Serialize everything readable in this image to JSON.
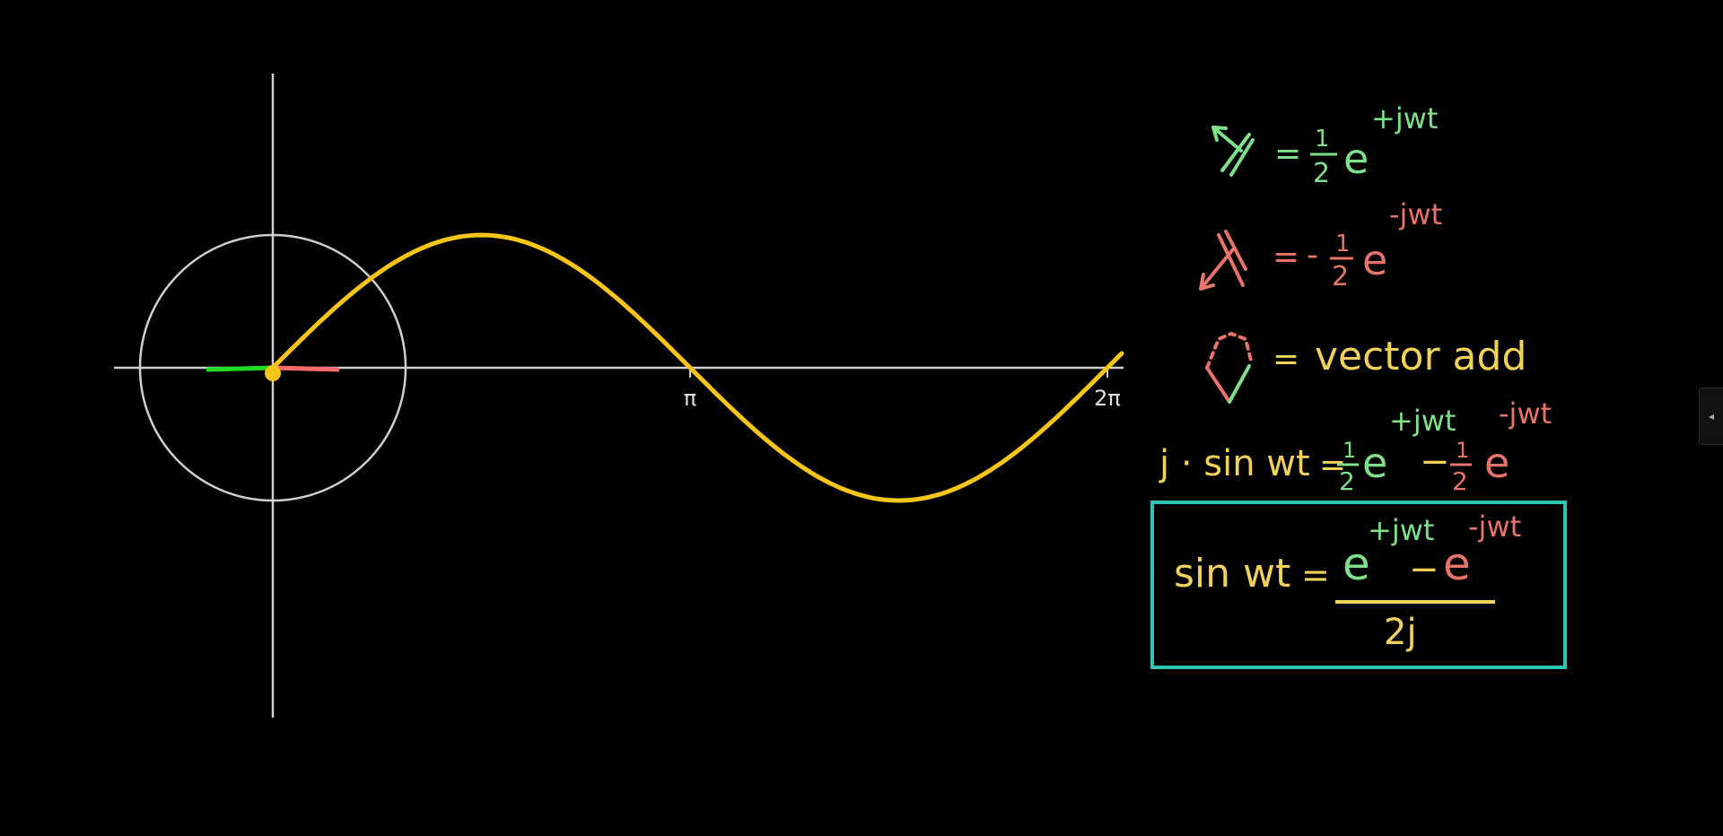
{
  "axis": {
    "tick_pi": "π",
    "tick_2pi": "2π"
  },
  "notes": {
    "line1": {
      "lhs_symbol": "green-arrow-vector",
      "eq": "=",
      "coef_num": "1",
      "coef_den": "2",
      "base": "e",
      "exp": "+jwt"
    },
    "line2": {
      "lhs_symbol": "red-arrow-vector",
      "eq": "=",
      "sign": "-",
      "coef_num": "1",
      "coef_den": "2",
      "base": "e",
      "exp": "-jwt"
    },
    "line3": {
      "lhs_symbol": "vector-add-diagram",
      "eq": "=",
      "text": "vector add"
    },
    "line4": {
      "lhs": "j · sin wt",
      "eq": "=",
      "coef1_num": "1",
      "coef1_den": "2",
      "base1": "e",
      "exp1": "+jwt",
      "minus": "−",
      "coef2_num": "1",
      "coef2_den": "2",
      "base2": "e",
      "exp2": "-jwt"
    },
    "boxed": {
      "lhs": "sin wt",
      "eq": "=",
      "base1": "e",
      "exp1": "+jwt",
      "minus": "−",
      "base2": "e",
      "exp2": "-jwt",
      "denominator": "2j"
    }
  },
  "colors": {
    "background": "#000000",
    "axis": "#cfcfcf",
    "curve": "#f5c518",
    "green": "#7ee08a",
    "red": "#e8736b",
    "yellow": "#f0d25a",
    "box": "#2ec4b6",
    "green_vector": "#22dd22",
    "red_vector": "#ff6b6b"
  },
  "side_tab": {
    "icon": "collapse-left-icon",
    "glyph": "◂"
  }
}
